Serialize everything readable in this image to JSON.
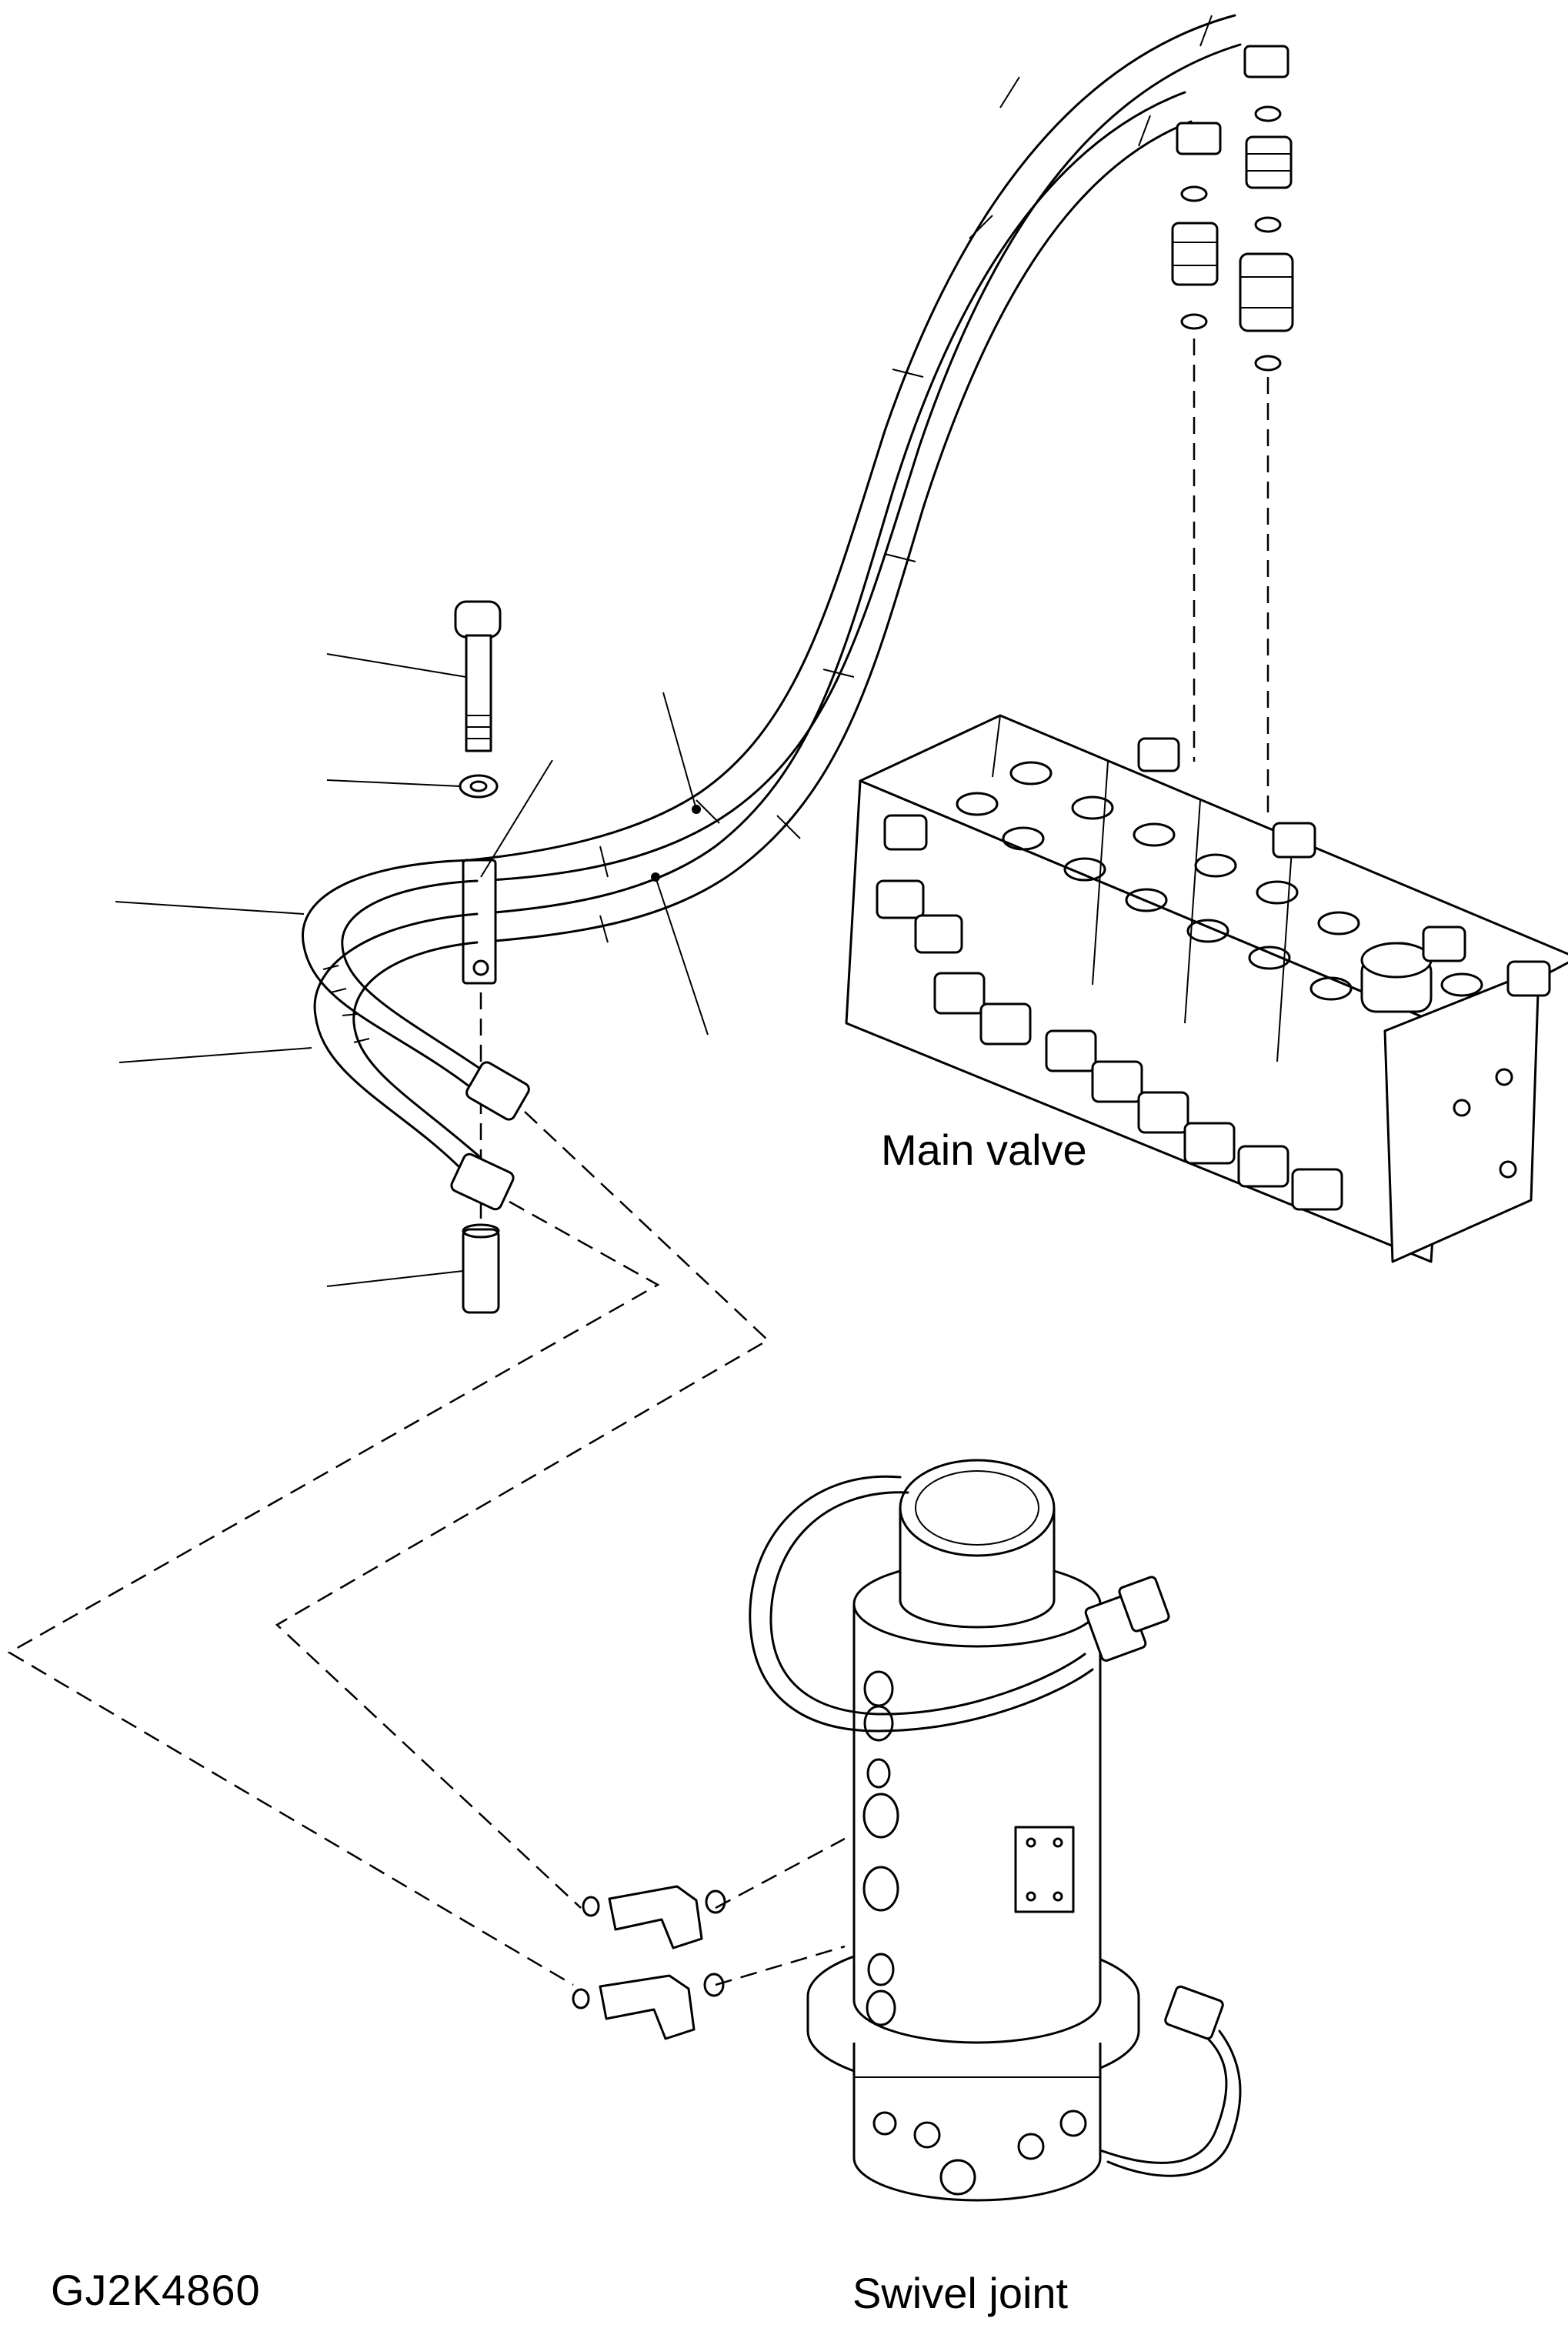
{
  "labels": {
    "main_valve": "Main valve",
    "swivel_joint": "Swivel joint",
    "drawing_number": "GJ2K4860"
  }
}
